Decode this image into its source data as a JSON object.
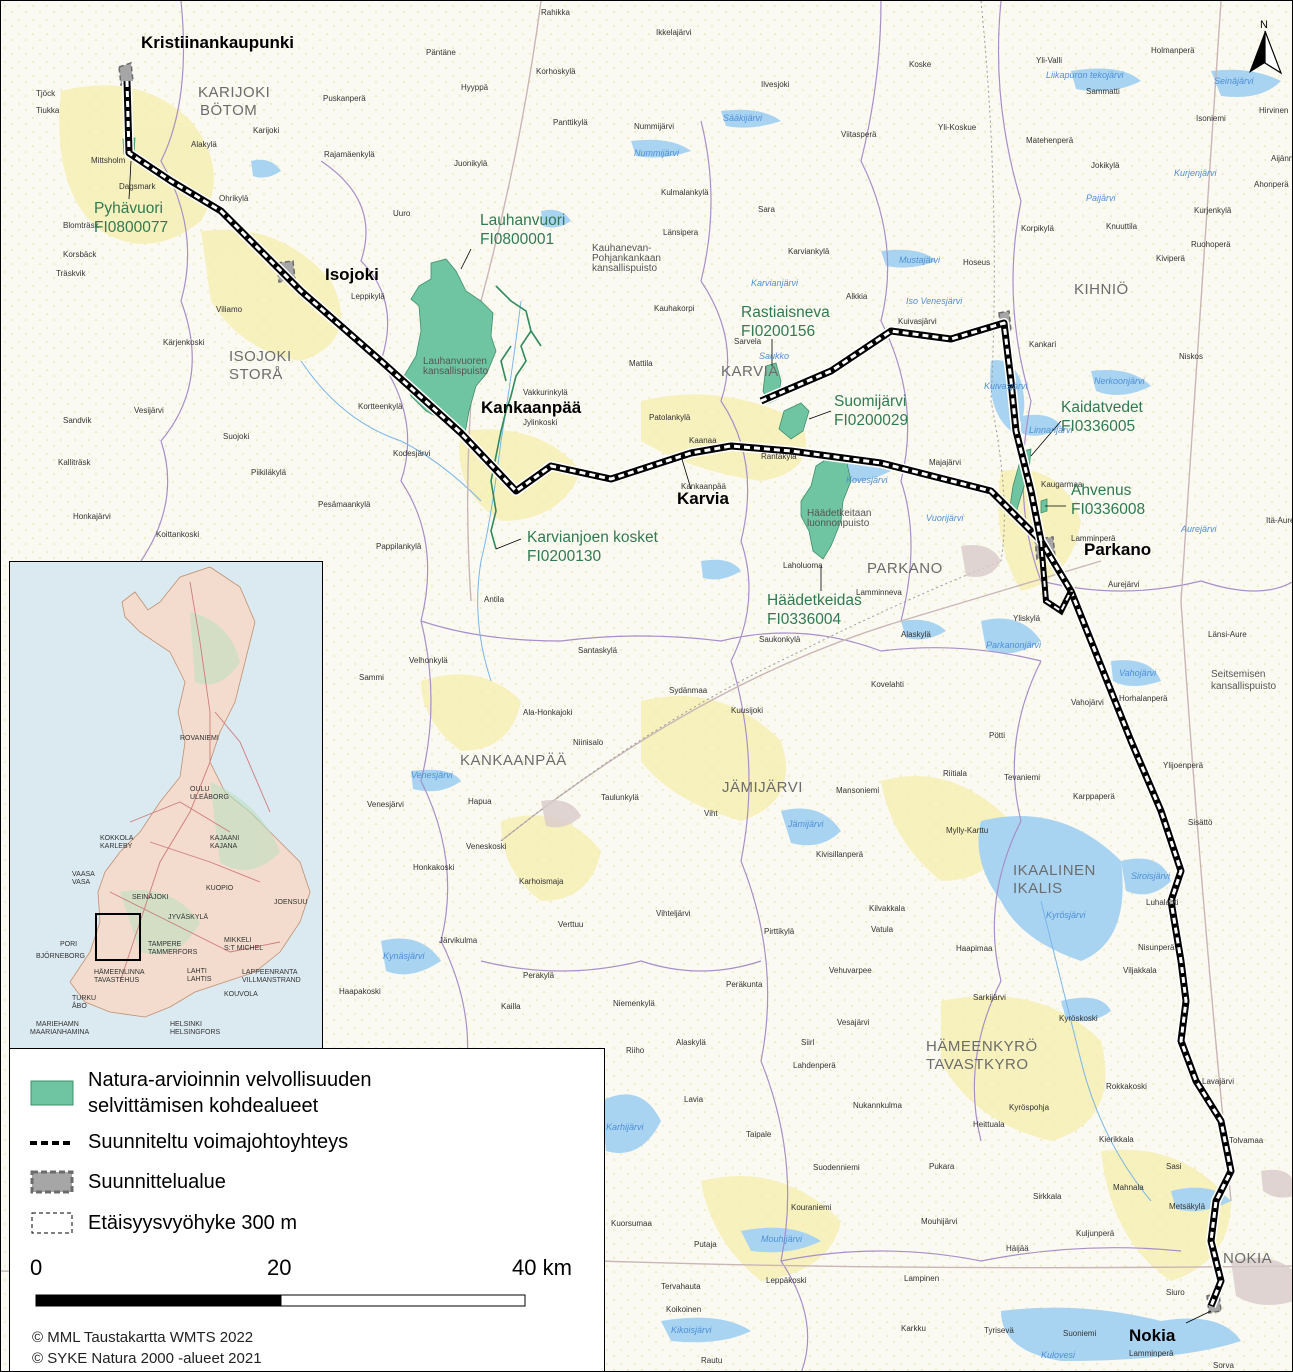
{
  "map": {
    "cities": {
      "kristiinankaupunki": "Kristiinankaupunki",
      "isojoki": "Isojoki",
      "kankaanpaa": "Kankaanpää",
      "karvia": "Karvia",
      "parkano": "Parkano",
      "nokia": "Nokia"
    },
    "municipalities": {
      "karijoki_1": "KARIJOKI",
      "karijoki_2": "BÖTOM",
      "isojoki_1": "ISOJOKI",
      "isojoki_2": "STORÅ",
      "karvia": "KARVIA",
      "kihnio": "KIHNIÖ",
      "parkano": "PARKANO",
      "kankaanpaa": "KANKAANPÄÄ",
      "jamijarvi": "JÄMIJÄRVI",
      "ikaalinen_1": "IKAALINEN",
      "ikaalinen_2": "IKALIS",
      "hameenkyro_1": "HÄMEENKYRÖ",
      "hameenkyro_2": "TAVASTKYRO",
      "nokia": "NOKIA"
    },
    "natura_sites": {
      "pyhavuori_name": "Pyhävuori",
      "pyhavuori_code": "FI0800077",
      "lauhanvuori_name": "Lauhanvuori",
      "lauhanvuori_code": "FI0800001",
      "rastiaisneva_name": "Rastiaisneva",
      "rastiaisneva_code": "FI0200156",
      "suomijarvi_name": "Suomijärvi",
      "suomijarvi_code": "FI0200029",
      "kaidatvedet_name": "Kaidatvedet",
      "kaidatvedet_code": "FI0336005",
      "ahvenus_name": "Ahvenus",
      "ahvenus_code": "FI0336008",
      "karvianjoki_name": "Karvianjoen kosket",
      "karvianjoki_code": "FI0200130",
      "haadetkeidas_name": "Häädetkeidas",
      "haadetkeidas_code": "FI0336004"
    },
    "parks": {
      "kauhaneva_1": "Kauhanevan-",
      "kauhaneva_2": "Pohjankankaan",
      "kauhaneva_3": "kansallispuisto",
      "seitseminen_1": "Seitsemisen",
      "seitseminen_2": "kansallispuisto",
      "lauhanvuori_park_1": "Lauhanvuoren",
      "lauhanvuori_park_2": "kansallispuisto",
      "haadetkeidas_park_1": "Häädetkeitaan",
      "haadetkeidas_park_2": "luonnonpuisto"
    },
    "places": [
      "Rahikka",
      "Päntäne",
      "Ikkelajärvi",
      "Holmanperä",
      "Korhoskylä",
      "Hyyppä",
      "Yli-Valli",
      "Koske",
      "Tjöck",
      "Tiukka",
      "Puskanperä",
      "Ilvesjoki",
      "Sammatti",
      "Isoniemi",
      "Alakylä",
      "Panttikylä",
      "Nummijärvi",
      "Viitasperä",
      "Yli-Koskue",
      "Mittsholm",
      "Rajamäenkylä",
      "Juonikylä",
      "Matehenperä",
      "Jokikylä",
      "Dagsmark",
      "Ohrikylä",
      "Kulmalankylä",
      "Sara",
      "Korpikylä",
      "Knuuttila",
      "Uuro",
      "Länsipera",
      "Kurjenkylä",
      "Blomträsk",
      "Korsbäck",
      "Karviankylä",
      "Ruohoperä",
      "Kiviperä",
      "Träskvik",
      "Leppikylä",
      "Hoseus",
      "Alkkia",
      "Viliamo",
      "Kauhakorpi",
      "Kuivasjärvi",
      "Kärjenkoski",
      "Sarvela",
      "Kankari",
      "Niskos",
      "Mattila",
      "Vakkurinkylä",
      "Vesijärvi",
      "Sandvik",
      "Kortteenkylä",
      "Jylinkoski",
      "Patolankylä",
      "Kaanaa",
      "Suojoki",
      "Kodesjärvi",
      "Rantakylä",
      "Majajärvi",
      "Kalliträsk",
      "Piikiläkylä",
      "Kankaanpää",
      "Pesämaankylä",
      "Honkajärvi",
      "Koittankoski",
      "Pappilankylä",
      "Laholuoma",
      "Lamminneva",
      "Aurejärvi",
      "Yliskylä",
      "Antila",
      "Alaskylä",
      "Länsi-Aure",
      "Santaskylä",
      "Saukonkylä",
      "Velhonkylä",
      "Sammi",
      "Sydänmaa",
      "Kovelahti",
      "Vahojärvi",
      "Horhalanperä",
      "Ala-Honkajoki",
      "Kuusijoki",
      "Niinisalo",
      "Pötti",
      "Riitiala",
      "Tevaniemi",
      "Ylijoenperä",
      "Venesjärvi",
      "Hapua",
      "Taulunkylä",
      "Mansoniemi",
      "Karppaperä",
      "Viht",
      "Mylly-Karttu",
      "Sisättö",
      "Veneskoski",
      "Honkakoski",
      "Kivisillanperä",
      "Karhoismaja",
      "Luhalahti",
      "Kilvakkala",
      "Verttuu",
      "Vihteljärvi",
      "Pirttikylä",
      "Vatula",
      "Järvikulma",
      "Haapimaa",
      "Nisunperä",
      "Perakylä",
      "Vehuvarpee",
      "Viljakkala",
      "Peräkunta",
      "Haapakoski",
      "Kailla",
      "Sarkijärvi",
      "Kyröskoski",
      "Niemenkylä",
      "Vesajärvi",
      "Alaskylä",
      "Siirl",
      "Lahdenperä",
      "Riiho",
      "Rokkakoski",
      "Lavia",
      "Nukannkulma",
      "Kyröspohja",
      "Lavajärvi",
      "Heittuala",
      "Kierikkala",
      "Taipale",
      "Tolvamaa",
      "Sasi",
      "Suodenniemi",
      "Pukara",
      "Sirkkala",
      "Mahnala",
      "Kouraniemi",
      "Metsäkylä",
      "Mouhijärvi",
      "Kuljunperä",
      "Kuorsumaa",
      "Putaja",
      "Häijää",
      "Tervahauta",
      "Leppäkoski",
      "Lampinen",
      "Siuro",
      "Koikoinen",
      "Karkku",
      "Tyrisevä",
      "Suoniemi",
      "Rautu",
      "Lamminperä",
      "Sorva",
      "Itä-Aure",
      "Hirvinen",
      "Aijänneva",
      "Ahonperä",
      "Karijoki",
      "Kaugarmaa",
      "Lamminperä"
    ],
    "lakes": [
      "Saukko",
      "Sääkijärvi",
      "Nummijärvi",
      "Liikapuron tekojärvi",
      "Seinäjärvi",
      "Kurjenjärvi",
      "Paijärvi",
      "Mustajärvi",
      "Iso Venesjärvi",
      "Karvianjärvi",
      "Kuivasjärvi",
      "Nerkoonjärvi",
      "Linnanjärvi",
      "Kovesjärvi",
      "Vuorijärvi",
      "Aurejärvi",
      "Parkanonjärvi",
      "Vahojärvi",
      "Venesjärvi",
      "Jämijärvi",
      "Siroisjärvi",
      "Kyrösjärvi",
      "Kynäsjärvi",
      "Karhijärvi",
      "Mouhijärvi",
      "Kulovesi",
      "Kikoisjärvi"
    ],
    "north_label": "N"
  },
  "inset": {
    "places": [
      "ROVANIEMI",
      "OULU",
      "ULEÅBORG",
      "KOKKOLA",
      "KARLEBY",
      "KAJAANI",
      "KAJANA",
      "VAASA",
      "VASA",
      "SEINÄJOKI",
      "KUOPIO",
      "JYVÄSKYLÄ",
      "JOENSUU",
      "PORI",
      "BJÖRNEBORG",
      "TAMPERE",
      "TAMMERFORS",
      "MIKKELI",
      "S:T MICHEL",
      "HÄMEENLINNA",
      "TAVASTEHUS",
      "LAHTI",
      "LAHTIS",
      "LAPPEENRANTA",
      "VILLMANSTRAND",
      "TURKU",
      "ÅBO",
      "KOUVOLA",
      "MARIEHAMN",
      "MAARIANHAMINA",
      "HELSINKI",
      "HELSINGFORS"
    ]
  },
  "legend": {
    "natura_line1": "Natura-arvioinnin velvollisuuden",
    "natura_line2": "selvittämisen kohdealueet",
    "line_label": "Suunniteltu voimajohtoyhteys",
    "area_label": "Suunnittelualue",
    "buffer_label": "Etäisyysvyöhyke 300 m",
    "scale_0": "0",
    "scale_20": "20",
    "scale_40": "40 km",
    "credit_1": "© MML Taustakartta WMTS 2022",
    "credit_2": "© SYKE Natura 2000 -alueet 2021",
    "colors": {
      "natura": "#6fc4a1",
      "line": "#000000",
      "area": "#9c9c9c"
    }
  }
}
